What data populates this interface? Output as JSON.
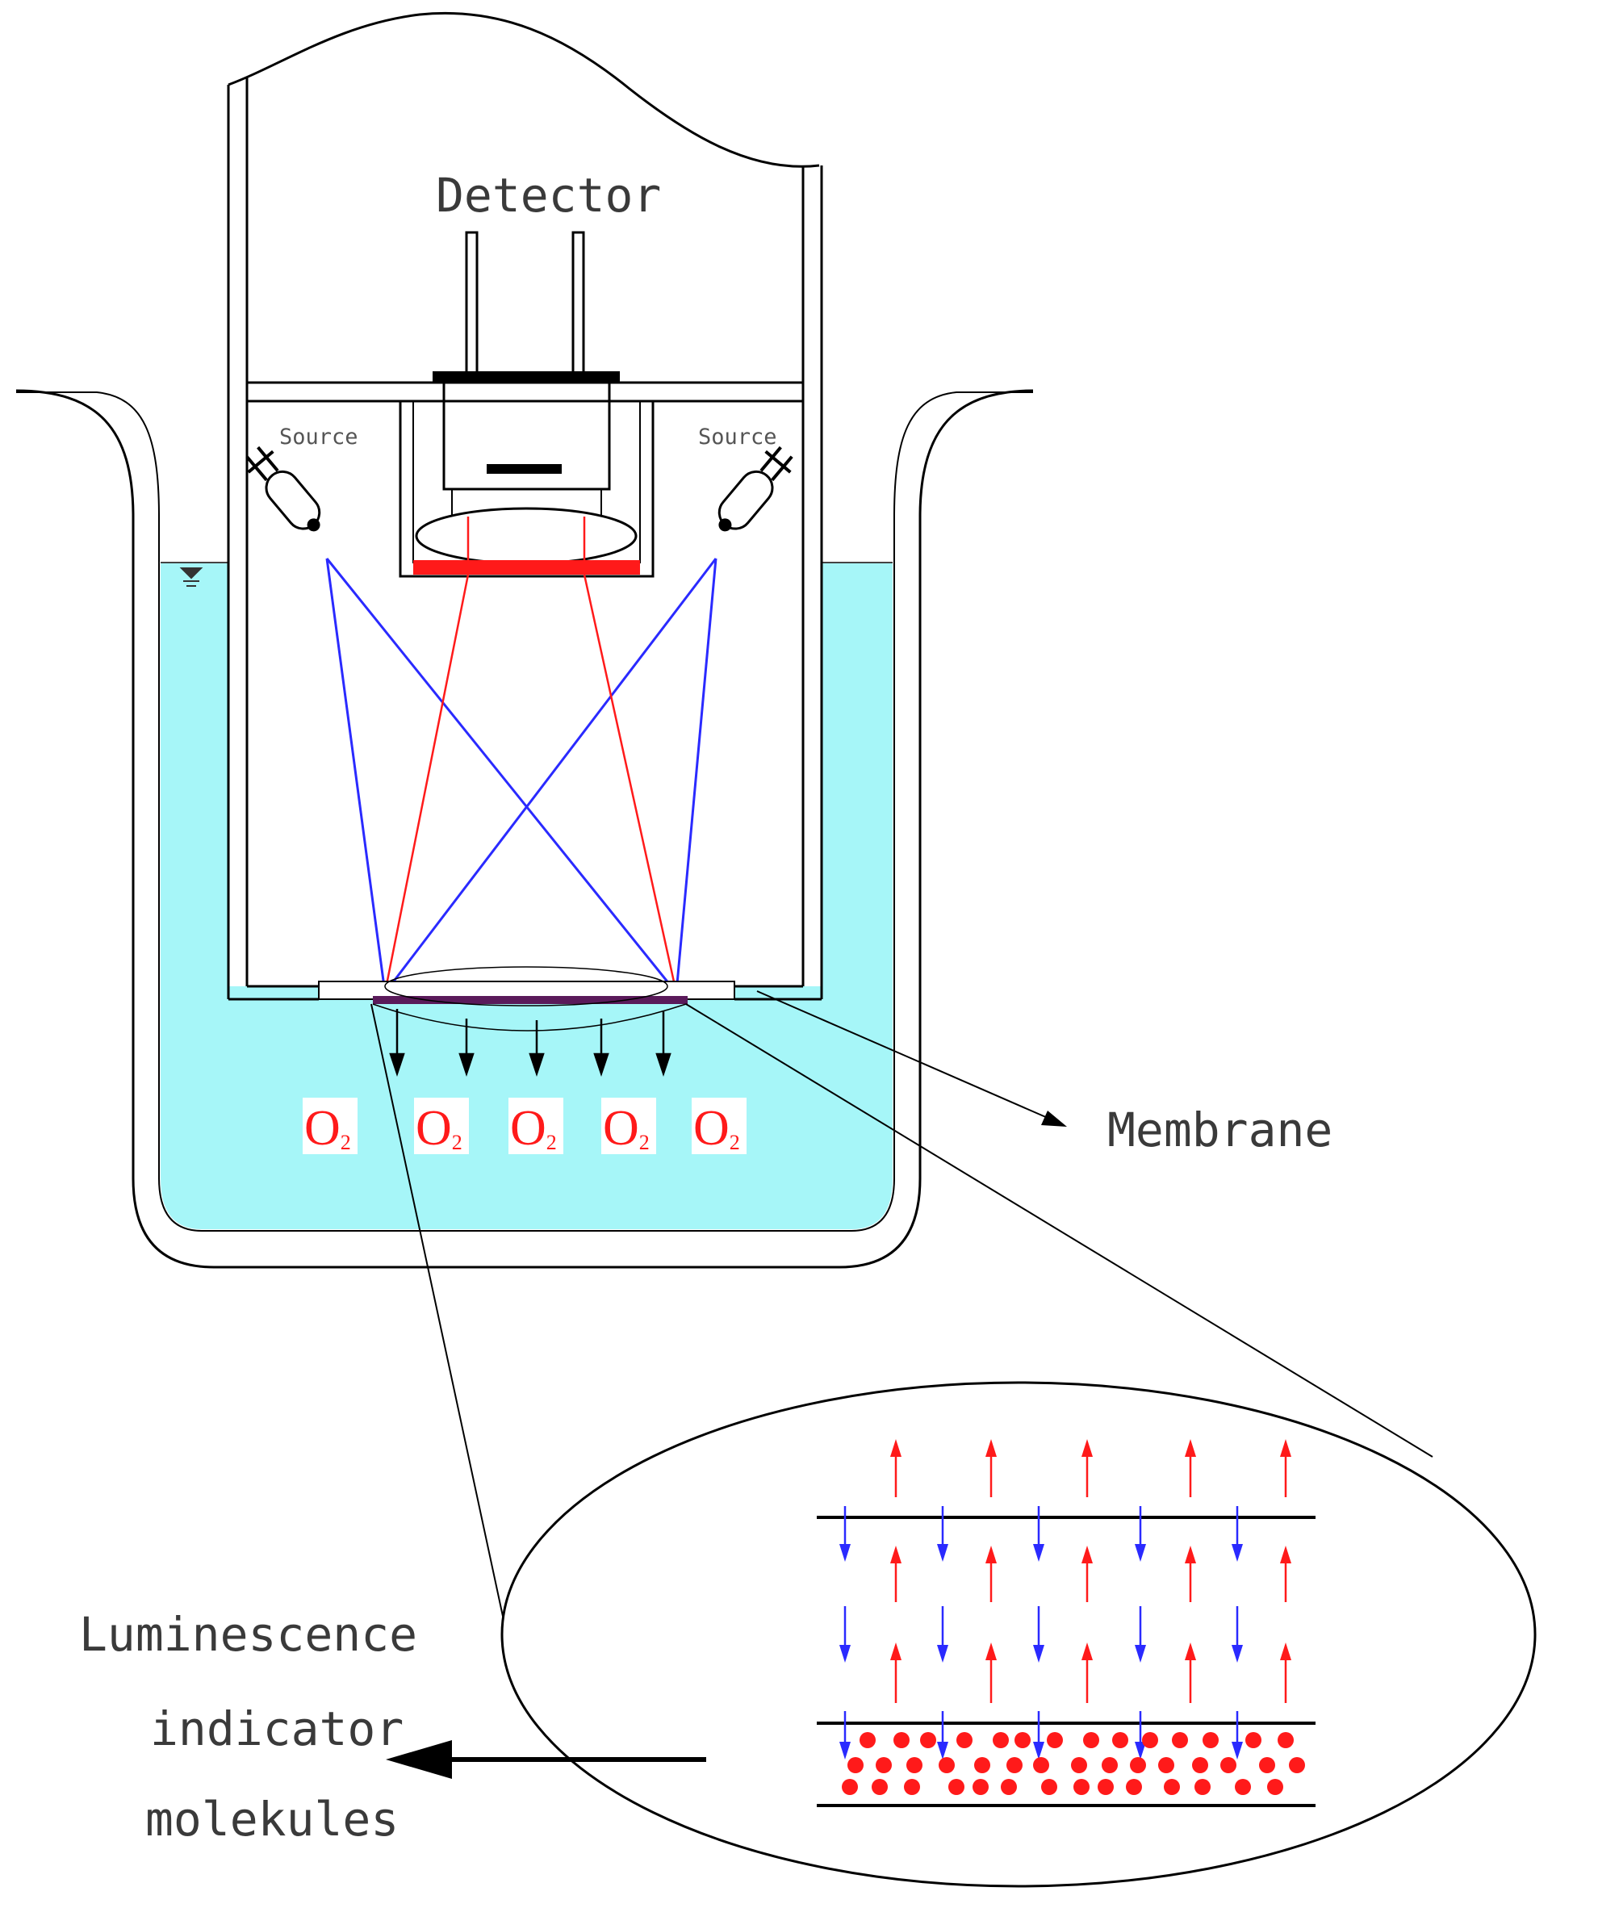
{
  "labels": {
    "detector": "Detector",
    "source_left": "Source",
    "source_right": "Source",
    "membrane": "Membrane",
    "luminescence": [
      "Luminescence",
      "indicator",
      "molekules"
    ]
  },
  "oxygen": {
    "symbol": "O",
    "subscript": "2",
    "count": 5
  },
  "colors": {
    "water": "#a6f6f8",
    "excitation_light": "#2a2aff",
    "emission_light": "#ff1a1a",
    "outline": "#000000",
    "label_text": "#3a3a3a"
  }
}
